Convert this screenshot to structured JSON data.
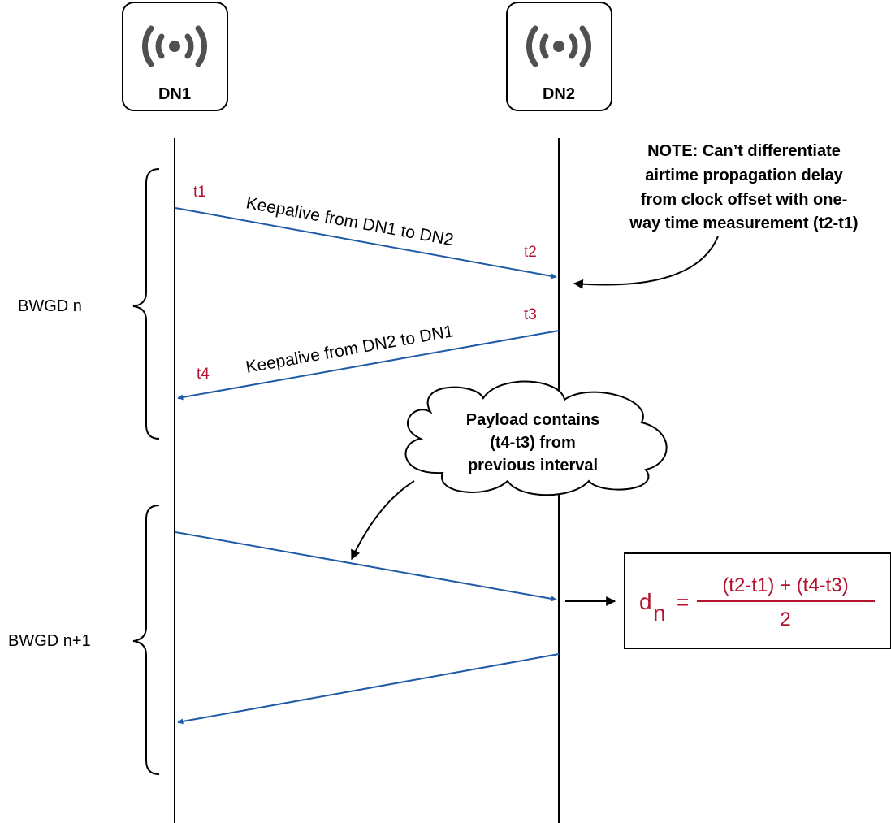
{
  "nodes": {
    "dn1": {
      "label": "DN1",
      "icon": "wireless-signal-icon"
    },
    "dn2": {
      "label": "DN2",
      "icon": "wireless-signal-icon"
    }
  },
  "periods": {
    "first": "BWGD n",
    "second": "BWGD n+1"
  },
  "timestamps": {
    "t1": "t1",
    "t2": "t2",
    "t3": "t3",
    "t4": "t4"
  },
  "messages": {
    "dn1_to_dn2": "Keepalive from DN1 to DN2",
    "dn2_to_dn1": "Keepalive from DN2 to DN1"
  },
  "note": {
    "line1": "NOTE: Can’t differentiate",
    "line2": "airtime propagation delay",
    "line3": "from clock offset with one-",
    "line4": "way time measurement (t2-t1)"
  },
  "cloud": {
    "line1": "Payload contains",
    "line2": "(t4-t3) from",
    "line3": "previous interval"
  },
  "formula": {
    "lhs": "d",
    "subscript": "n",
    "equals": "=",
    "numerator": "(t2-t1) + (t4-t3)",
    "denominator": "2"
  },
  "colors": {
    "message_arrow": "#1f5aa6",
    "timestamp_text": "#b5122e",
    "icon_stroke": "#505050",
    "line": "#000000"
  }
}
